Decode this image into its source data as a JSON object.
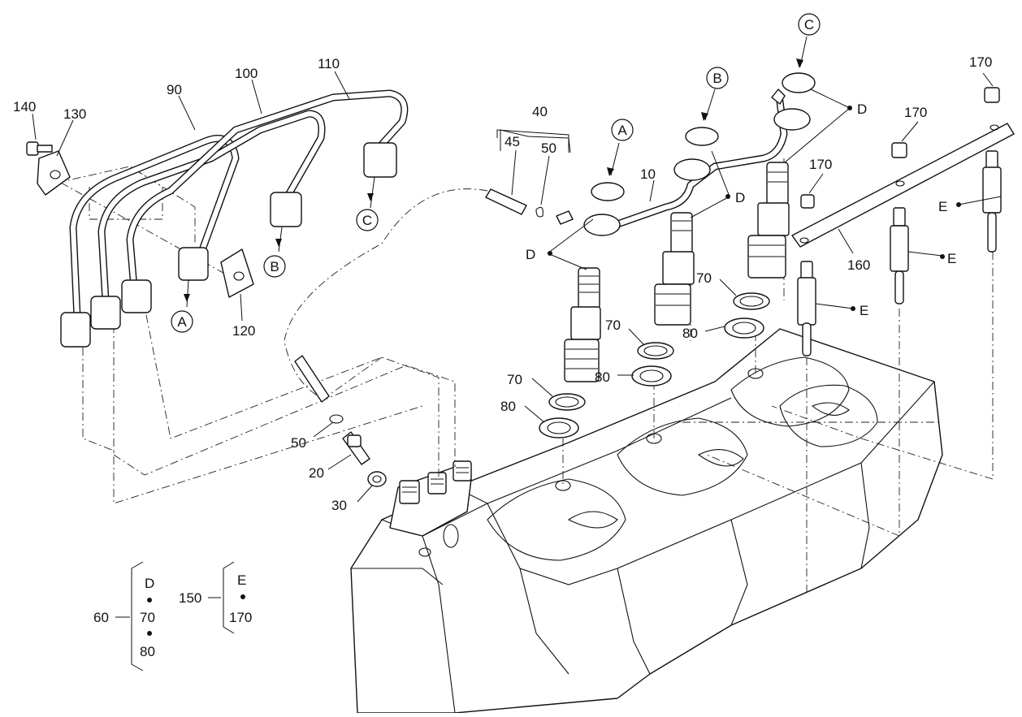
{
  "callouts": {
    "n10": "10",
    "n20": "20",
    "n30": "30",
    "n40": "40",
    "n45": "45",
    "n50a": "50",
    "n50b": "50",
    "n60": "60",
    "n70a": "70",
    "n70b": "70",
    "n70c": "70",
    "n80a": "80",
    "n80b": "80",
    "n80c": "80",
    "n90": "90",
    "n100": "100",
    "n110": "110",
    "n120": "120",
    "n130": "130",
    "n140": "140",
    "n150": "150",
    "n160": "160",
    "n170a": "170",
    "n170b": "170",
    "n170c": "170"
  },
  "letters": {
    "A": "A",
    "B": "B",
    "C": "C",
    "D": "D",
    "E": "E"
  },
  "kits": {
    "kit60": {
      "number": "60",
      "items": [
        "D",
        "70",
        "80"
      ]
    },
    "kit150": {
      "number": "150",
      "items": [
        "E",
        "170"
      ]
    }
  }
}
